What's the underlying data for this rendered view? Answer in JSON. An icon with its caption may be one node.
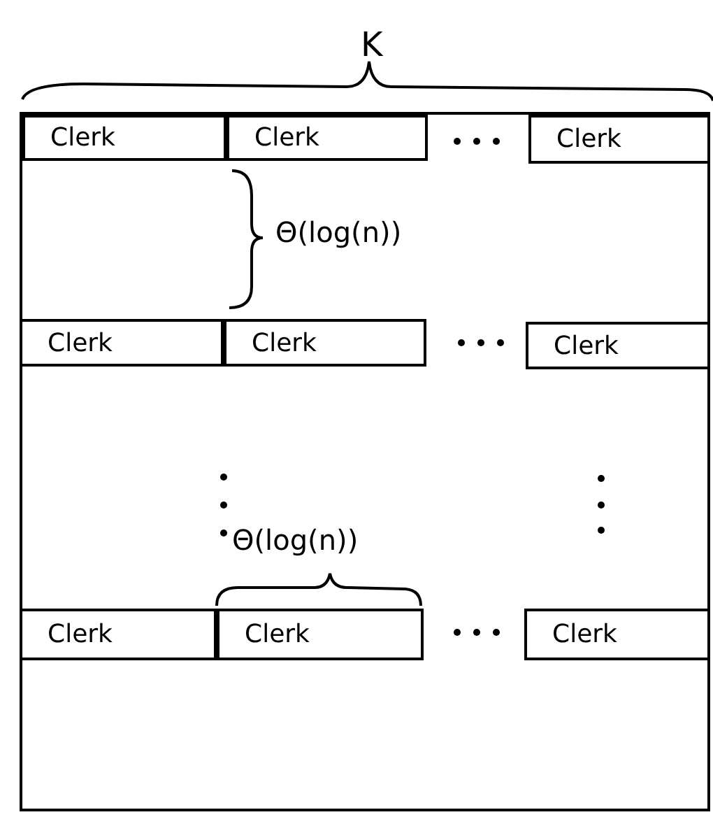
{
  "diagram": {
    "nodes": [
      {
        "text": [],
        "shape": "box"
      },
      {
        "text": [
          "Clerk"
        ],
        "in": 0
      },
      {
        "text": [
          "Clerk"
        ],
        "in": 0
      },
      {
        "text": [
          "Clerk"
        ],
        "in": 0
      },
      {
        "text": [
          "Clerk"
        ],
        "in": 0
      },
      {
        "text": [
          "Clerk"
        ],
        "in": 0
      },
      {
        "text": [
          "Clerk"
        ],
        "in": 0
      },
      {
        "text": [
          "Clerk"
        ],
        "in": 0
      },
      {
        "text": [
          "Clerk"
        ],
        "in": 0
      },
      {
        "text": [
          "Clerk"
        ],
        "in": 0
      }
    ],
    "labels": [
      "K",
      "Θ(log(n))",
      "Θ(log(n))"
    ]
  }
}
